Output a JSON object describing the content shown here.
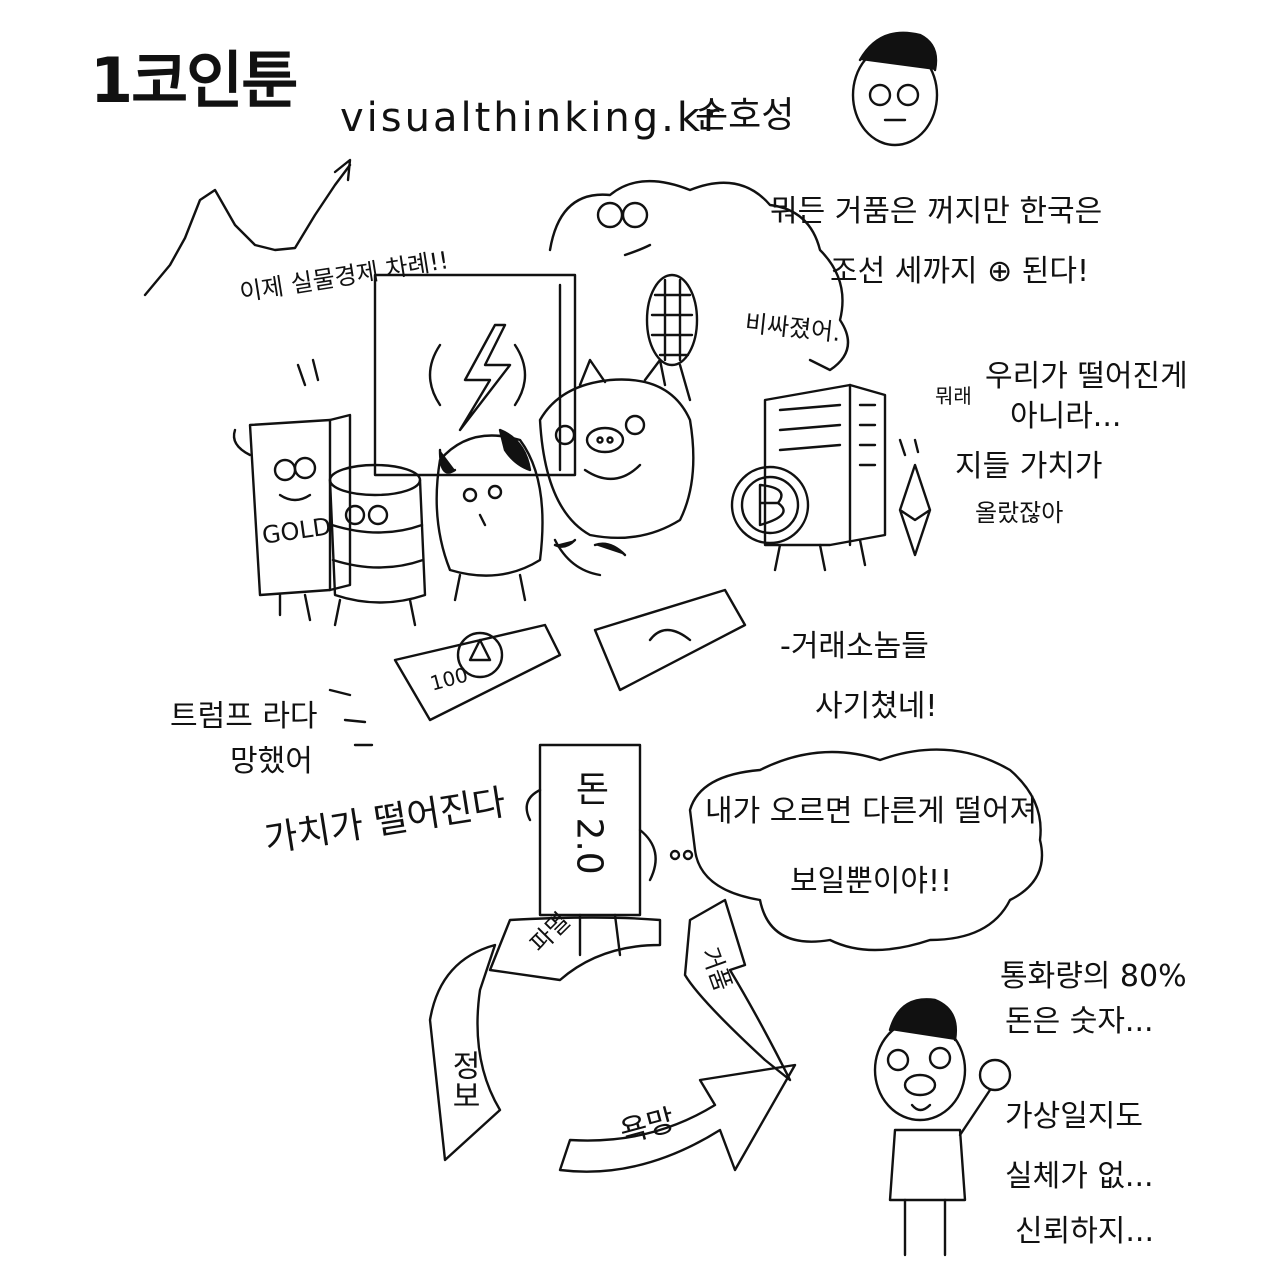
{
  "header": {
    "title": "1코인툰",
    "site": "visualthinking.kr",
    "author": "손호성"
  },
  "speech": {
    "pig_thought_line1": "뭐든 거품은 꺼지만 한국은",
    "pig_thought_line2": "조선 세까지 ⊕ 된다!",
    "expensive": "비싸졌어.",
    "real_economy": "이제 실물경제 차례!!",
    "not_falling_line1": "우리가 떨어진게",
    "not_falling_line2": "아니라...",
    "not_falling_prefix": "뭐래",
    "value_rose_line1": "지들 가치가",
    "value_rose_line2": "올랐잖아",
    "exchange_line1": "-거래소놈들",
    "exchange_line2": "사기쳤네!",
    "trump_line1": "트럼프 라다",
    "trump_line2": "망했어",
    "value_falls": "가치가 떨어진다",
    "rise_line1": "내가 오르면 다른게 떨어져",
    "rise_line2": "보일뿐이야!!",
    "reality_line1": "통화량의 80%",
    "reality_line2": "돈은 숫자...",
    "reality_line3": "가상일지도",
    "reality_line4": "실체가 없...",
    "reality_line5": "신뢰하지..."
  },
  "labels": {
    "gold": "GOLD",
    "money": "돈 2.0",
    "bill": "100",
    "cycle_bubble": "거품",
    "cycle_burst": "파멸",
    "cycle_greed": "욕망",
    "cycle_info": "정보"
  }
}
